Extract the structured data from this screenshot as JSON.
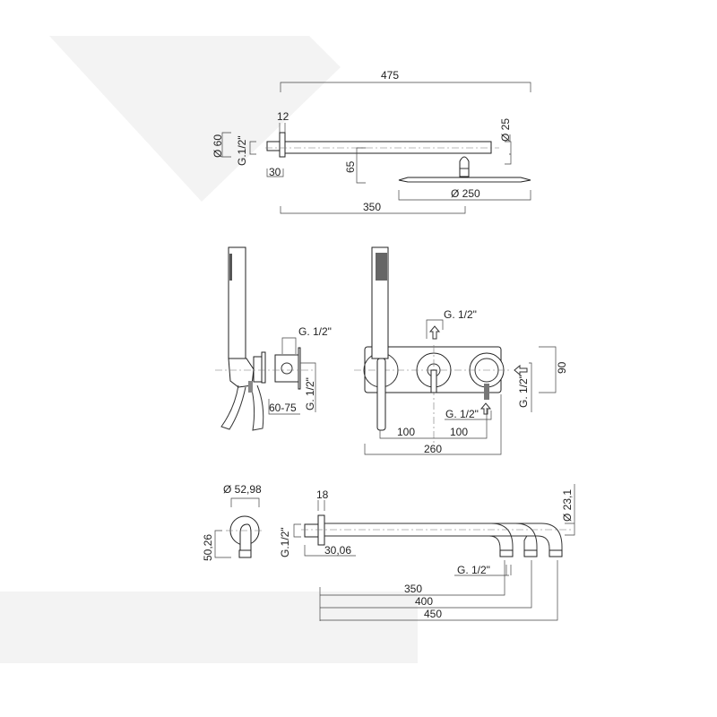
{
  "colors": {
    "line": "#222222",
    "background": "#ffffff",
    "watermark": "#f2f2f2"
  },
  "overhead_shower": {
    "overall_length": "475",
    "flange_thickness": "12",
    "flange_diameter": "Ø 60",
    "thread": "G.1/2\"",
    "stub_length": "30",
    "head_drop": "65",
    "arm_diameter": "Ø 25",
    "head_diameter": "Ø 250",
    "projection": "350"
  },
  "side_view": {
    "thread_top": "G. 1/2\"",
    "depth": "60-75",
    "thread_side": "G. 1/2\""
  },
  "front_view": {
    "thread_top": "G. 1/2\"",
    "height": "90",
    "thread_side": "G. 1/2\"",
    "thread_bottom": "G. 1/2\"",
    "spacing_left": "100",
    "spacing_right": "100",
    "plate_width": "260"
  },
  "spout": {
    "rosette_diameter": "Ø 52,98",
    "rosette_height": "50,26",
    "flange_thickness": "18",
    "thread_inlet": "G.1/2\"",
    "stub_length": "30,06",
    "thread_outlet": "G. 1/2\"",
    "pipe_diameter": "Ø 23,1",
    "length_short": "350",
    "length_medium": "400",
    "length_long": "450"
  }
}
